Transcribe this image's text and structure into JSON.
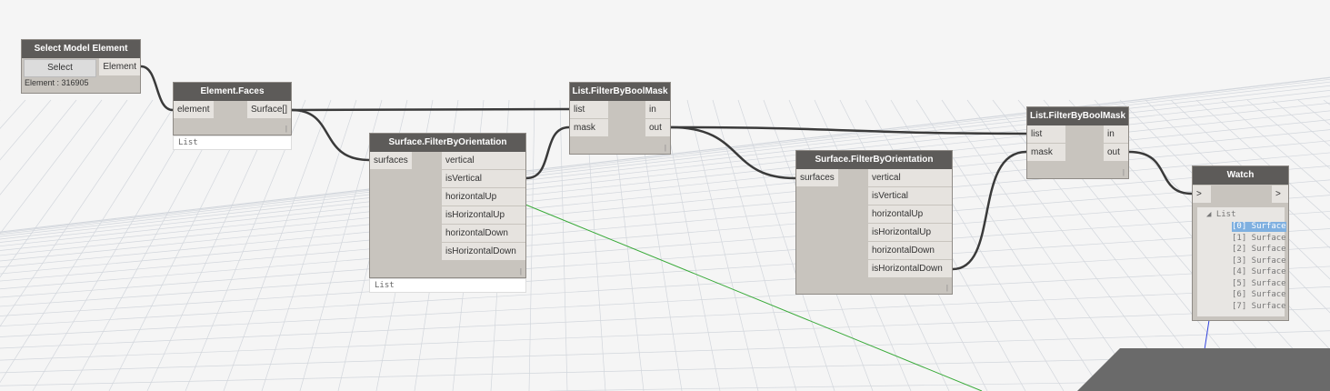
{
  "nodes": {
    "select": {
      "title": "Select Model Element",
      "button": "Select",
      "output": "Element",
      "info": "Element : 316905"
    },
    "faces": {
      "title": "Element.Faces",
      "input": "element",
      "output": "Surface[]",
      "preview": "List"
    },
    "orient1": {
      "title": "Surface.FilterByOrientation",
      "input": "surfaces",
      "outputs": [
        "vertical",
        "isVertical",
        "horizontalUp",
        "isHorizontalUp",
        "horizontalDown",
        "isHorizontalDown"
      ],
      "preview": "List"
    },
    "mask1": {
      "title": "List.FilterByBoolMask",
      "inputs": [
        "list",
        "mask"
      ],
      "outputs": [
        "in",
        "out"
      ]
    },
    "orient2": {
      "title": "Surface.FilterByOrientation",
      "input": "surfaces",
      "outputs": [
        "vertical",
        "isVertical",
        "horizontalUp",
        "isHorizontalUp",
        "horizontalDown",
        "isHorizontalDown"
      ]
    },
    "mask2": {
      "title": "List.FilterByBoolMask",
      "inputs": [
        "list",
        "mask"
      ],
      "outputs": [
        "in",
        "out"
      ]
    },
    "watch": {
      "title": "Watch",
      "input": ">",
      "output": ">",
      "root": "List",
      "items": [
        "[0] Surface",
        "[1] Surface",
        "[2] Surface",
        "[3] Surface",
        "[4] Surface",
        "[5] Surface",
        "[6] Surface",
        "[7] Surface"
      ],
      "selected_index": 0
    }
  },
  "colors": {
    "header": "#5d5b59",
    "body": "#c8c4be",
    "port": "#e6e3df",
    "wire": "#3a3a3a",
    "highlight": "#7fb0e0"
  }
}
